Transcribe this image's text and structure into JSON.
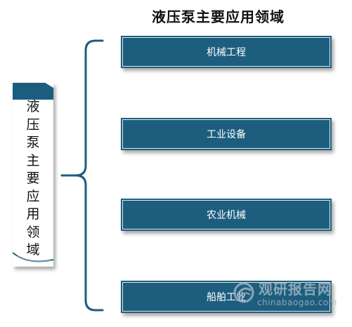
{
  "diagram": {
    "title": "液压泵主要应用领域",
    "root_label": "液压泵主要应用领域",
    "items": [
      {
        "label": "机械工程"
      },
      {
        "label": "工业设备"
      },
      {
        "label": "农业机械"
      },
      {
        "label": "船舶工业"
      }
    ]
  },
  "watermark": {
    "name_cn": "观研报告网",
    "url": "chinabaogao.com"
  },
  "colors": {
    "box_fill": "#1d5e7f",
    "brace_stroke": "#1c5d7e",
    "text_on_box": "#ffffff"
  }
}
